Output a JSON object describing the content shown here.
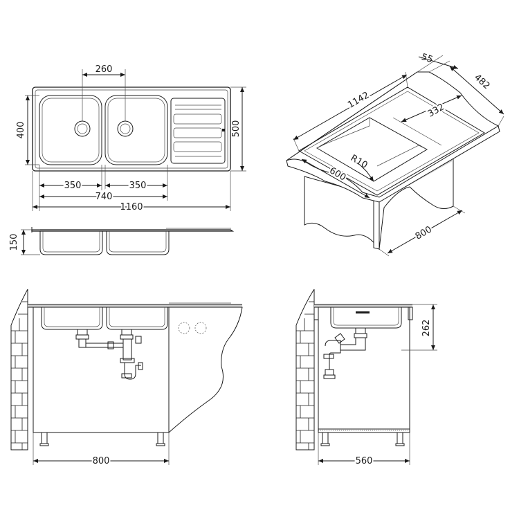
{
  "colors": {
    "line": "#1a1a1a",
    "shade": "#d0d0d0",
    "background": "#ffffff"
  },
  "top_view": {
    "dims": {
      "bowl_center_distance": "260",
      "bowl_depth": "400",
      "overall_depth": "500",
      "bowl_width_left": "350",
      "bowl_width_right": "350",
      "bowls_total_width": "740",
      "overall_width": "1160"
    }
  },
  "side_view": {
    "dims": {
      "bowl_height": "150"
    }
  },
  "iso_view": {
    "dims": {
      "top_offset": "55",
      "worktop_depth": "482",
      "worktop_length": "1142",
      "inner_span": "332",
      "corner_radius": "R10",
      "front_width": "600",
      "cabinet_height": "800"
    }
  },
  "front_installed": {
    "dims": {
      "cabinet_width": "800"
    }
  },
  "side_installed": {
    "dims": {
      "bowl_drop": "262",
      "cabinet_depth": "560"
    }
  }
}
